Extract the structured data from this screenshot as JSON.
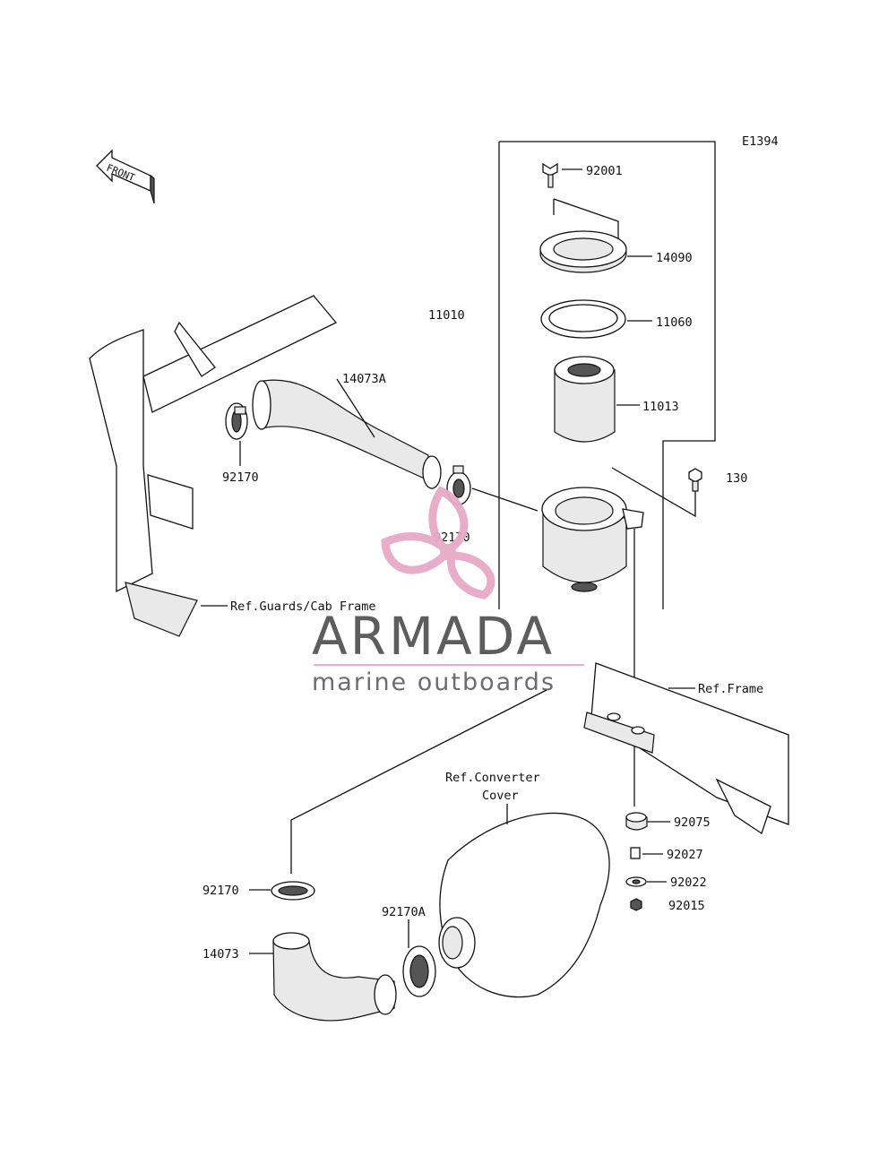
{
  "diagram_code": "E1394",
  "front_label": "FRONT",
  "watermark": {
    "brand": "ARMADA",
    "tagline": "marine outboards",
    "accent_color": "#e7a9c6",
    "text_color": "#555555"
  },
  "parts": [
    {
      "id": "p92001",
      "number": "92001"
    },
    {
      "id": "p14090",
      "number": "14090"
    },
    {
      "id": "p11060",
      "number": "11060"
    },
    {
      "id": "p11013",
      "number": "11013"
    },
    {
      "id": "p11010",
      "number": "11010"
    },
    {
      "id": "p130",
      "number": "130"
    },
    {
      "id": "p14073A",
      "number": "14073A"
    },
    {
      "id": "p92170_a",
      "number": "92170"
    },
    {
      "id": "p92170_b",
      "number": "92170"
    },
    {
      "id": "p92170_c",
      "number": "92170"
    },
    {
      "id": "p92170A",
      "number": "92170A"
    },
    {
      "id": "p14073",
      "number": "14073"
    },
    {
      "id": "p92075",
      "number": "92075"
    },
    {
      "id": "p92027",
      "number": "92027"
    },
    {
      "id": "p92022",
      "number": "92022"
    },
    {
      "id": "p92015",
      "number": "92015"
    }
  ],
  "references": {
    "guards_cab_frame": "Ref.Guards/Cab Frame",
    "frame": "Ref.Frame",
    "converter_cover_line1": "Ref.Converter",
    "converter_cover_line2": "Cover"
  }
}
